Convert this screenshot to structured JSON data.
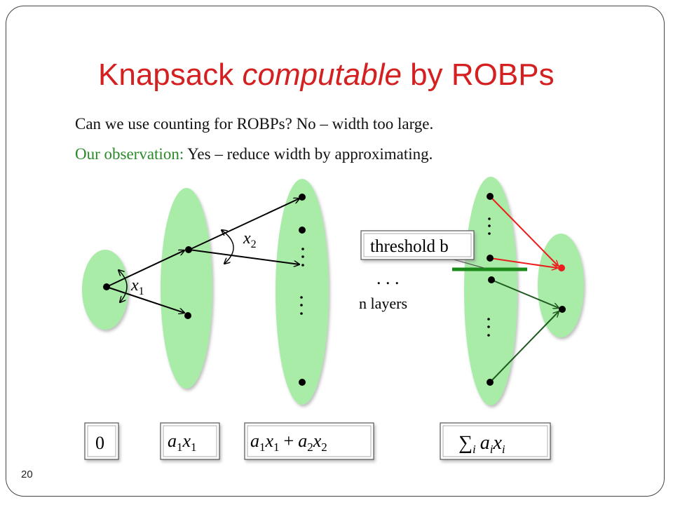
{
  "slide": {
    "title_part1": "Knapsack ",
    "title_italic": "computable",
    "title_part2": " by ROBPs",
    "line1": "Can we use counting for ROBPs? No – width too large.",
    "line2_green": "Our observation:",
    "line2_rest": " Yes – reduce width by approximating.",
    "page_number": "20"
  },
  "diagram": {
    "edge_label_x1": "x",
    "edge_label_x1_sub": "1",
    "edge_label_x2": "x",
    "edge_label_x2_sub": "2",
    "middle_dots": ". . .",
    "n_layers": "n layers",
    "threshold_label": "threshold b",
    "sums": {
      "box0": "0",
      "box1_a": "a",
      "box1_a_sub": "1",
      "box1_x": "x",
      "box1_x_sub": "1",
      "box2_a1": "a",
      "box2_a1_sub": "1",
      "box2_x1": "x",
      "box2_x1_sub": "1",
      "box2_plus": "+",
      "box2_a2": "a",
      "box2_a2_sub": "2",
      "box2_x2": "x",
      "box2_x2_sub": "2",
      "box3_sum": "∑",
      "box3_sum_sub": "i",
      "box3_a": "a",
      "box3_a_sub": "i",
      "box3_x": "x",
      "box3_x_sub": "i"
    },
    "colors": {
      "layer_fill": "#a8eca8",
      "red_edge": "#ee1c1c",
      "green_edge": "#1f5a1f",
      "threshold_bar": "#1a8a1a",
      "title": "#d42020",
      "observation": "#2a8a2a"
    }
  }
}
